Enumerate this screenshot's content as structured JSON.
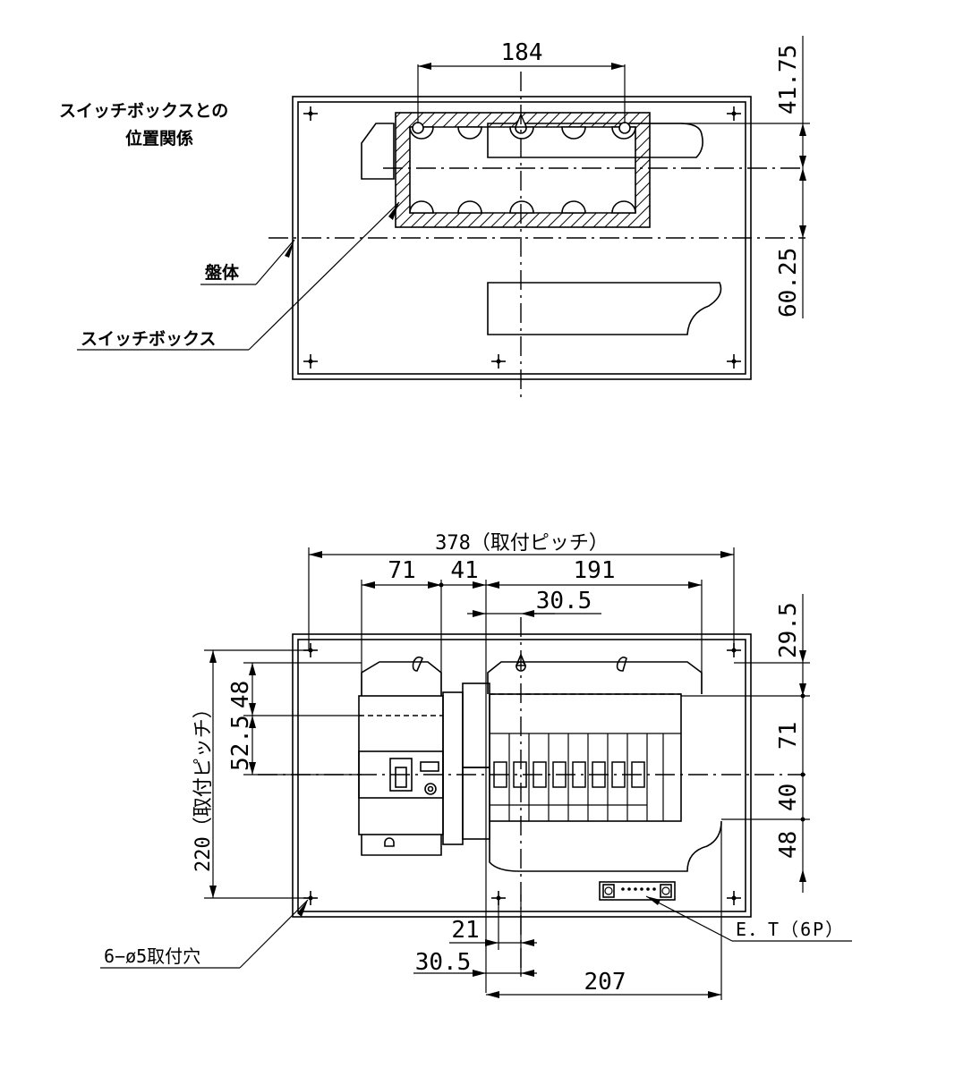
{
  "top_view": {
    "title_line1": "スイッチボックスとの",
    "title_line2": "位置関係",
    "label_panel": "盤体",
    "label_switchbox": "スイッチボックス",
    "dim_width": "184",
    "dim_upper": "41.75",
    "dim_lower": "60.25"
  },
  "front_view": {
    "dim_pitch_h": "378（取付ピッチ）",
    "dim_71_top": "71",
    "dim_41": "41",
    "dim_191": "191",
    "dim_30_5_top": "30.5",
    "dim_29_5": "29.5",
    "dim_71_right": "71",
    "dim_40": "40",
    "dim_48_right": "48",
    "dim_48_left": "48",
    "dim_52_5": "52.5",
    "dim_pitch_v": "220（取付ピッチ）",
    "dim_21": "21",
    "dim_30_5_bottom": "30.5",
    "dim_207": "207",
    "label_holes": "6−ø5取付穴",
    "label_et": "E．T（6P）"
  }
}
